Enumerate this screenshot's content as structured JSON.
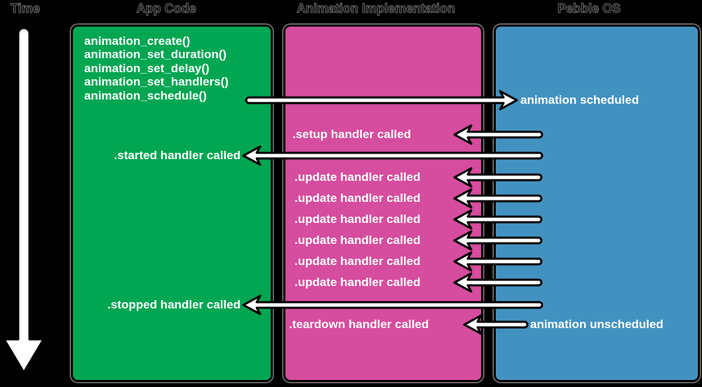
{
  "colors": {
    "bg": "#000000",
    "app_green": "#00a651",
    "impl_pink": "#d64c9e",
    "os_blue": "#4292c1",
    "label_white": "#ffffff",
    "arrow_fill": "#ffffff",
    "arrow_stroke": "#000000",
    "header_fill": "#000000",
    "header_outline": "#6e6e6e"
  },
  "headers": {
    "time": "Time",
    "app_code": "App Code",
    "animation_implementation": "Animation Implementation",
    "pebble_os": "Pebble OS"
  },
  "app_code": {
    "calls": [
      "animation_create()",
      "animation_set_duration()",
      "animation_set_delay()",
      "animation_set_handlers()",
      "animation_schedule()"
    ],
    "started": ".started handler called",
    "stopped": ".stopped handler called"
  },
  "animation_implementation": {
    "setup": ".setup handler called",
    "updates": [
      ".update handler called",
      ".update handler called",
      ".update handler called",
      ".update handler called",
      ".update handler called",
      ".update handler called"
    ],
    "teardown": ".teardown handler called"
  },
  "pebble_os": {
    "scheduled": "animation scheduled",
    "unscheduled": "animation unscheduled"
  }
}
